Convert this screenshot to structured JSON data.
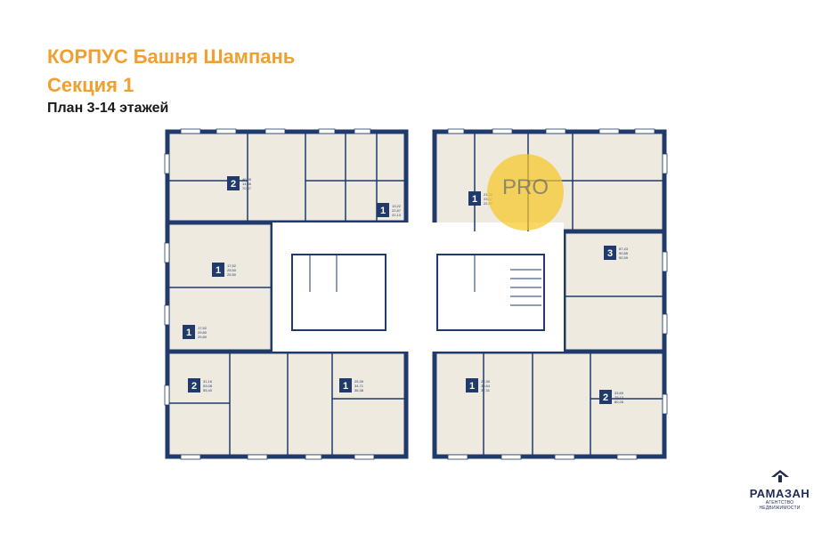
{
  "header": {
    "building": "КОРПУС Башня Шампань",
    "section": "Секция 1",
    "plan": "План 3-14 этажей"
  },
  "apartments": [
    {
      "id": "top-left",
      "rooms": "2",
      "areas": [
        "46,05",
        "14,86",
        "70,07"
      ]
    },
    {
      "id": "top-center-left",
      "rooms": "1",
      "areas": [
        "13,22",
        "22,87",
        "22,13"
      ]
    },
    {
      "id": "top-center-right",
      "rooms": "1",
      "areas": [
        "21,32",
        "23,57",
        "22,97"
      ]
    },
    {
      "id": "left-upper",
      "rooms": "1",
      "areas": [
        "17,52",
        "25,50",
        "25,50"
      ]
    },
    {
      "id": "left-lower",
      "rooms": "1",
      "areas": [
        "17,52",
        "29,80",
        "29,80"
      ]
    },
    {
      "id": "right-upper",
      "rooms": "3",
      "areas": [
        "87,43",
        "90,85",
        "92,59"
      ]
    },
    {
      "id": "bottom-left",
      "rooms": "2",
      "areas": [
        "31,16",
        "53,08",
        "55,40"
      ]
    },
    {
      "id": "bottom-center-left",
      "rooms": "1",
      "areas": [
        "25,39",
        "34,71",
        "36,38"
      ]
    },
    {
      "id": "bottom-center-right",
      "rooms": "1",
      "areas": [
        "22,30",
        "35,64",
        "37,31"
      ]
    },
    {
      "id": "bottom-right",
      "rooms": "2",
      "areas": [
        "33,69",
        "79,13",
        "80,28"
      ]
    }
  ],
  "watermark": "PRO",
  "logo": {
    "name": "РАМАЗАН",
    "sub": "АГЕНТСТВО НЕДВИЖИМОСТИ"
  },
  "colors": {
    "title_accent": "#f0a030",
    "wall": "#1f3a6b",
    "floor": "#efeadf",
    "badge": "#1f3a6b",
    "watermark": "#f5c828"
  }
}
